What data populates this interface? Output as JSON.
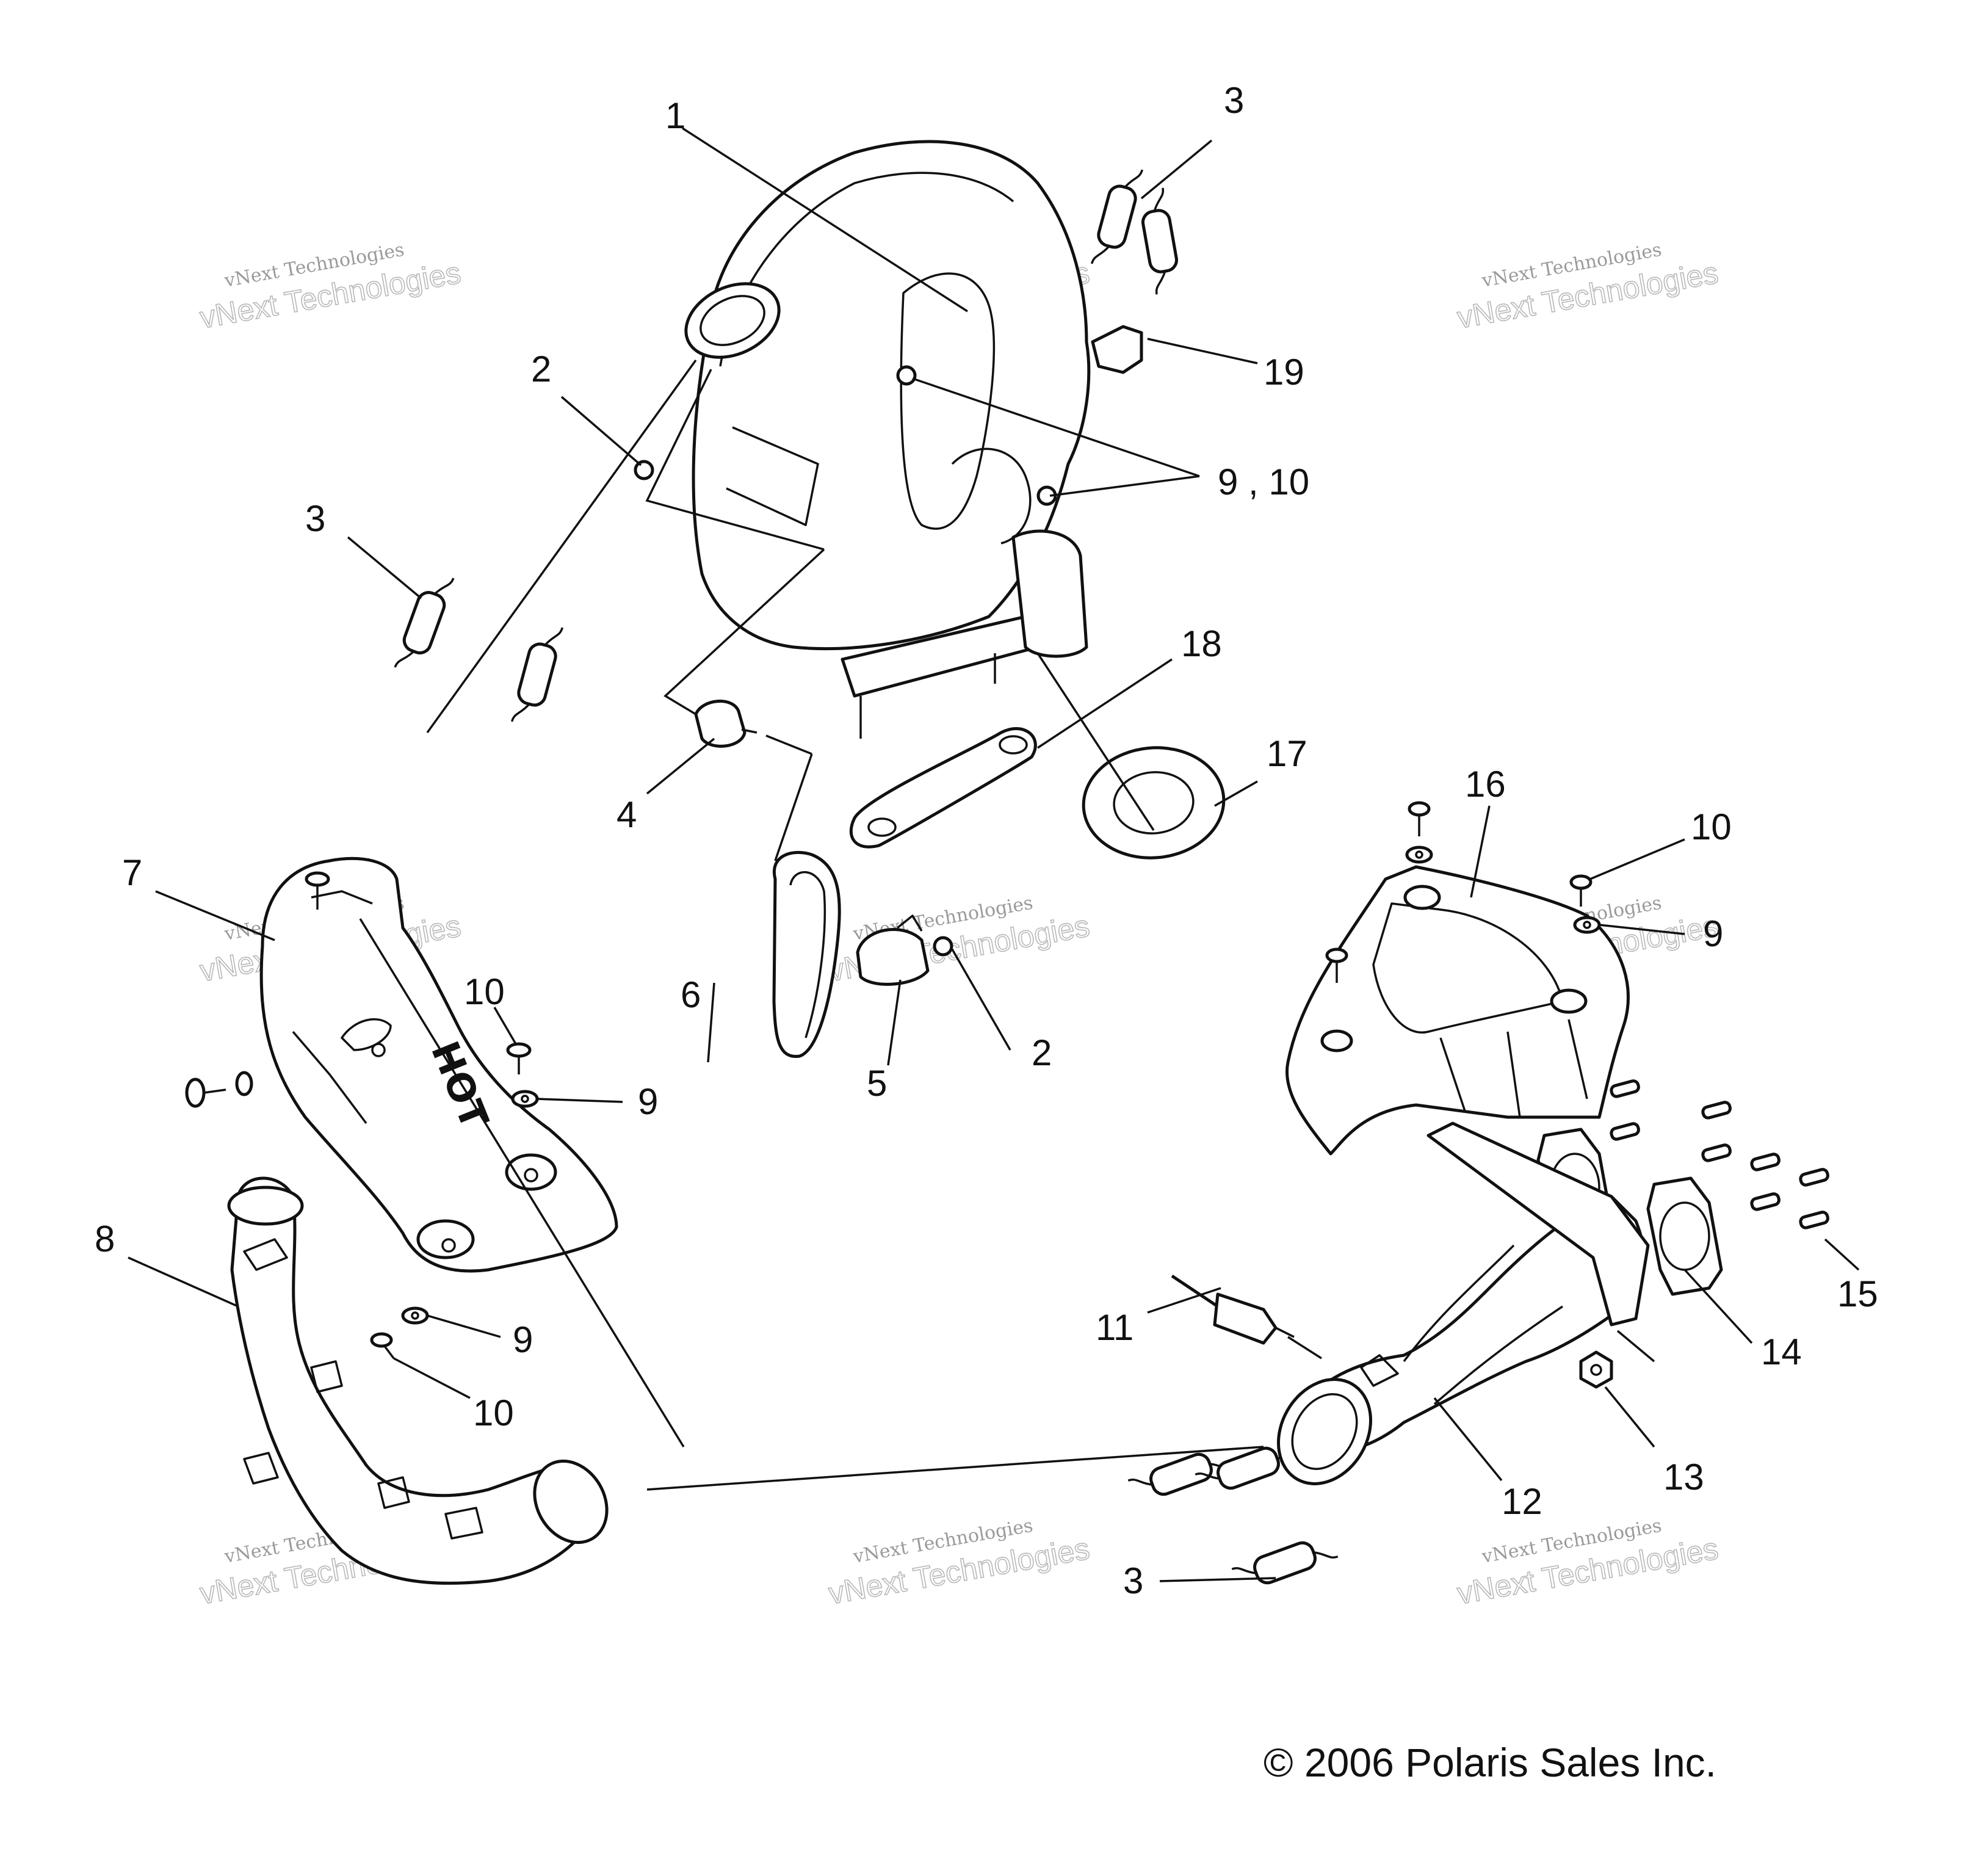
{
  "copyright": "© 2006 Polaris Sales Inc.",
  "hot_label": "HOT",
  "watermark": {
    "line1": "vNext Technologies",
    "line2": "vNext\nTechnologies"
  },
  "callouts": {
    "c1": "1",
    "c2a": "2",
    "c2b": "2",
    "c3a": "3",
    "c3b": "3",
    "c3c": "3",
    "c4": "4",
    "c5": "5",
    "c6": "6",
    "c7": "7",
    "c8": "8",
    "c9a": "9",
    "c9b": "9",
    "c9c": "9",
    "c910": "9 , 10",
    "c10a": "10",
    "c10b": "10",
    "c10c": "10",
    "c11": "11",
    "c12": "12",
    "c13": "13",
    "c14": "14",
    "c15": "15",
    "c16": "16",
    "c17": "17",
    "c18": "18",
    "c19": "19"
  }
}
